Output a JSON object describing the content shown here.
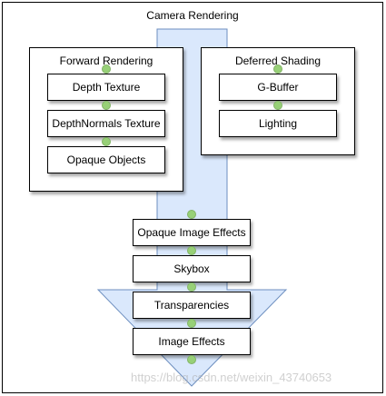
{
  "title": "Camera Rendering",
  "forward": {
    "title": "Forward Rendering",
    "items": [
      "Depth Texture",
      "DepthNormals Texture",
      "Opaque Objects"
    ]
  },
  "deferred": {
    "title": "Deferred Shading",
    "items": [
      "G-Buffer",
      "Lighting"
    ]
  },
  "pipeline": [
    "Opaque Image Effects",
    "Skybox",
    "Transparencies",
    "Image Effects"
  ],
  "watermark": "https://blog.csdn.net/weixin_43740653",
  "colors": {
    "arrow_fill": "#dae8fc",
    "arrow_stroke": "#6c8ebf",
    "dot_fill": "#97d077",
    "dot_stroke": "#82b366"
  }
}
